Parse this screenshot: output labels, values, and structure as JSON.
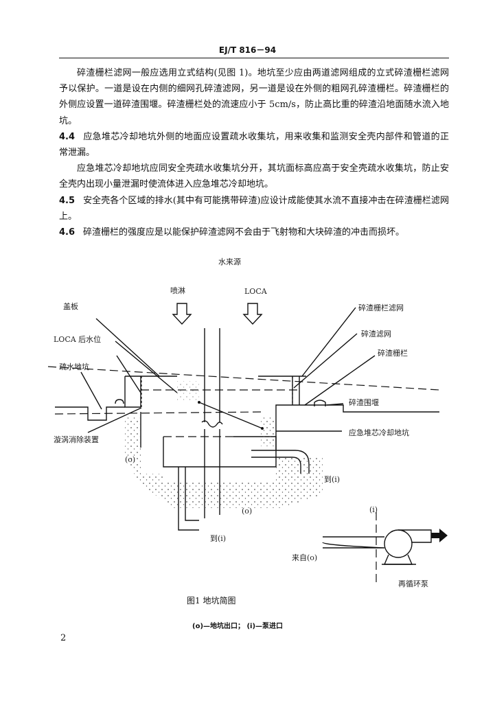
{
  "header": {
    "code": "EJ/T 816－94"
  },
  "paragraphs": [
    {
      "num": "",
      "text": "碎渣栅栏滤网一般应选用立式结构(见图 1)。地坑至少应由两道滤网组成的立式碎渣栅栏滤网予以保护。一道是设在内侧的细网孔碎渣滤网，另一道是设在外侧的粗网孔碎渣栅栏。碎渣栅栏的外侧应设置一道碎渣围堰。碎渣栅栏处的流速应小于 5cm/s，防止高比重的碎渣沿地面随水流入地坑。"
    },
    {
      "num": "4.4",
      "text": "应急堆芯冷却地坑外侧的地面应设置疏水收集坑，用来收集和监测安全壳内部件和管道的正常泄漏。"
    },
    {
      "num": "",
      "text": "应急堆芯冷却地坑应同安全壳疏水收集坑分开，其坑面标高应高于安全壳疏水收集坑，防止安全壳内出现小量泄漏时使流体进入应急堆芯冷却地坑。"
    },
    {
      "num": "4.5",
      "text": "安全壳各个区域的排水(其中有可能携带碎渣)应设计成能使其水流不直接冲击在碎渣栅栏滤网上。"
    },
    {
      "num": "4.6",
      "text": "碎渣栅栏的强度应是以能保护碎渣滤网不会由于飞射物和大块碎渣的冲击而损坏。"
    }
  ],
  "figure": {
    "labels": {
      "water_source": "水来源",
      "spray": "喷淋",
      "loca": "LOCA",
      "cover": "盖板",
      "loca_level": "LOCA 后水位",
      "drain_pit": "疏水地坑",
      "vortex": "漩涡消除装置",
      "o1": "(o)",
      "o2": "(o)",
      "to_i1": "到(i)",
      "to_i2": "到(i)",
      "i_mark": "(i)",
      "from_o": "来自(o)",
      "pump": "再循环泵",
      "debris_screen_filter": "碎渣栅栏滤网",
      "debris_filter": "碎渣滤网",
      "debris_grate": "碎渣栅栏",
      "debris_weir": "碎渣围堰",
      "ecc_sump": "应急堆芯冷却地坑"
    },
    "caption": "图1    地坑简图",
    "legend": "(o)—地坑出口；  (i)—泵进口"
  },
  "page_number": "2"
}
